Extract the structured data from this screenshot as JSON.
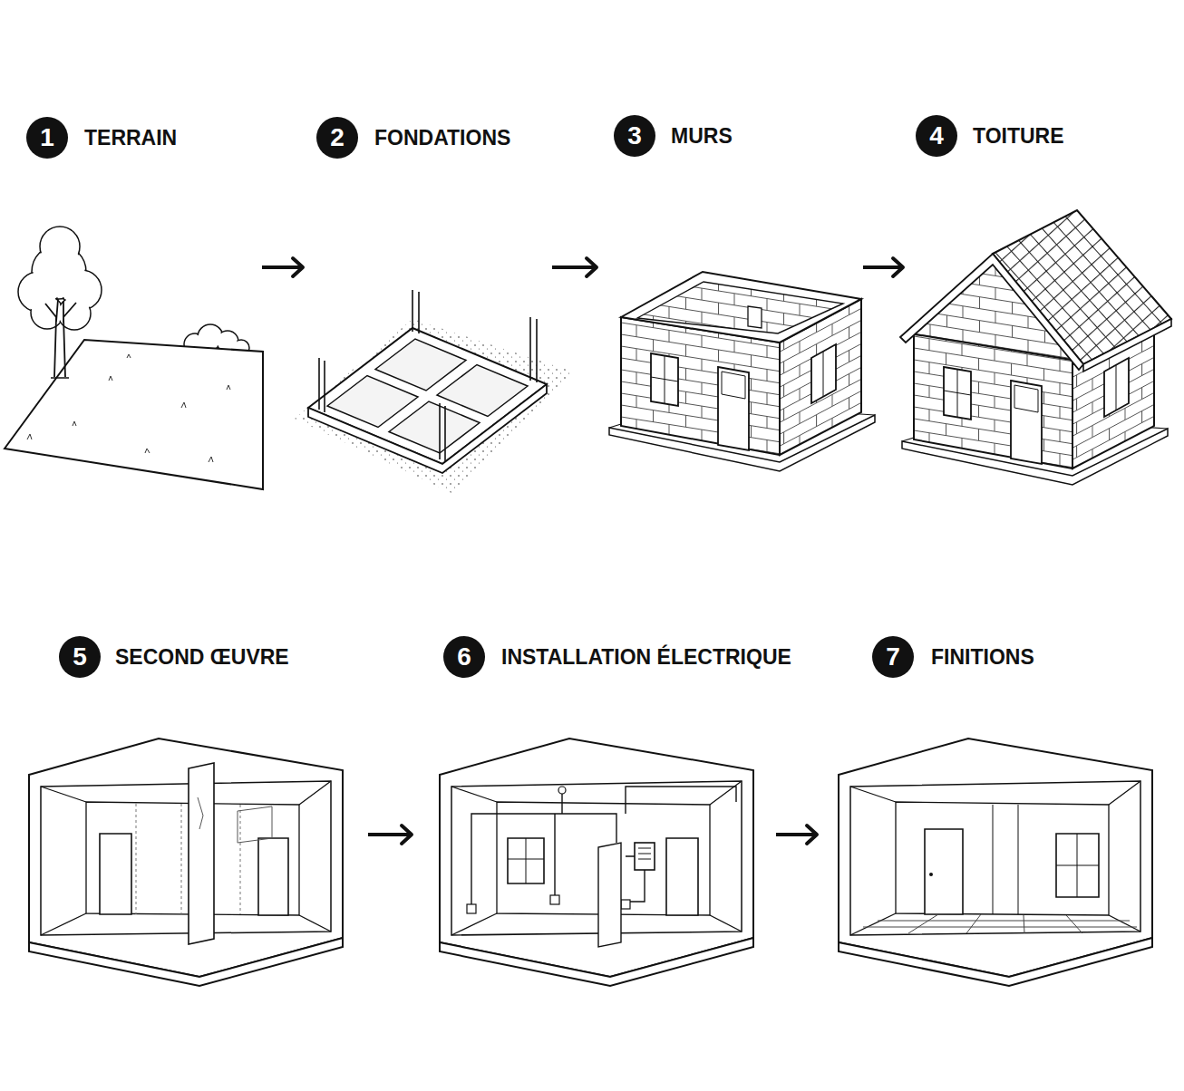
{
  "diagram": {
    "nodes": [
      {
        "text": [
          "1",
          "TERRAIN"
        ]
      },
      {
        "text": [
          "2",
          "FONDATIONS"
        ]
      },
      {
        "text": [
          "3",
          "MURS"
        ]
      },
      {
        "text": [
          "4",
          "TOITURE"
        ]
      },
      {
        "text": [
          "5",
          "SECOND ŒUVRE"
        ]
      },
      {
        "text": [
          "6",
          "INSTALLATION ÉLECTRIQUE"
        ]
      },
      {
        "text": [
          "7",
          "FINITIONS"
        ]
      }
    ],
    "edges": [
      {
        "from": 0,
        "to": 1,
        "arrow": "to"
      },
      {
        "from": 1,
        "to": 2,
        "arrow": "to"
      },
      {
        "from": 2,
        "to": 3,
        "arrow": "to"
      },
      {
        "from": 4,
        "to": 5,
        "arrow": "to"
      },
      {
        "from": 5,
        "to": 6,
        "arrow": "to"
      }
    ]
  }
}
